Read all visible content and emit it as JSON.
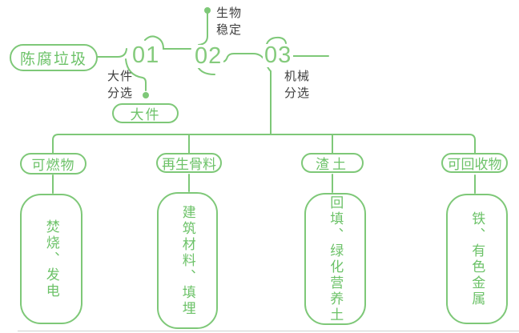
{
  "palette": {
    "green_stroke": "#7ec878",
    "green_text": "#6cc268",
    "dark_text": "#3f3f3f",
    "divider_gray": "#dcdcdc",
    "background": "#ffffff"
  },
  "flow": {
    "source_pill": "陈腐垃圾",
    "steps": [
      {
        "number": "01",
        "side_label": "大件\n分选",
        "output_pill": "大件"
      },
      {
        "number": "02",
        "top_label": "生物\n稳定"
      },
      {
        "number": "03",
        "side_label": "机械\n分选"
      }
    ],
    "branches": [
      {
        "category": "可燃物",
        "result": "焚烧、发电"
      },
      {
        "category": "再生骨料",
        "result": "建筑材料、填埋"
      },
      {
        "category": "渣土",
        "result": "回填、绿化营养土"
      },
      {
        "category": "可回收物",
        "result": "铁、有色金属"
      }
    ]
  }
}
